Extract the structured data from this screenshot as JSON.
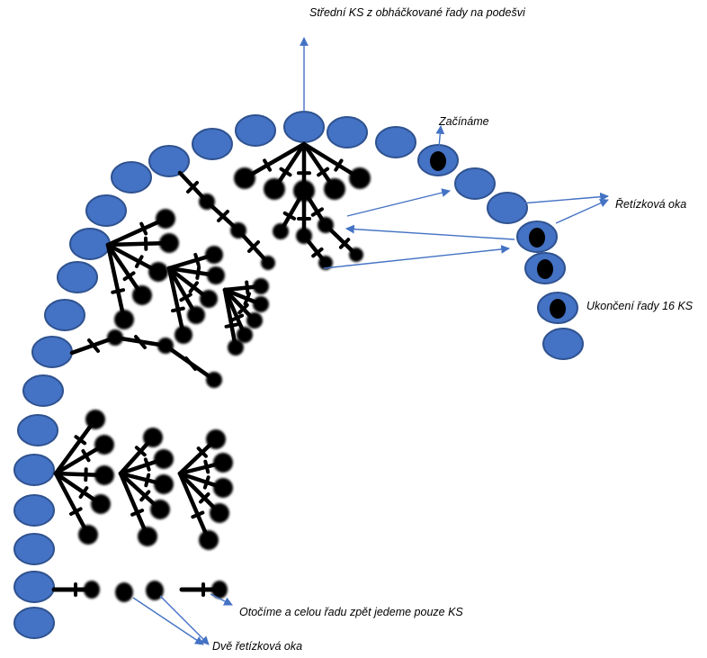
{
  "labels": {
    "middle_sc": "Střední KS z obháčkované řady na podešvi",
    "start": "Začínáme",
    "chain_stitches": "Řetízková oka",
    "row_end": "Ukončení řady 16 KS",
    "turn_back": "Otočíme a celou řadu zpět jedeme pouze KS",
    "two_chains": "Dvě řetízková oka"
  },
  "colors": {
    "oval_fill": "#4472C4",
    "oval_stroke": "#2F528F",
    "arrow": "#4472C4",
    "stitch": "#000000"
  }
}
